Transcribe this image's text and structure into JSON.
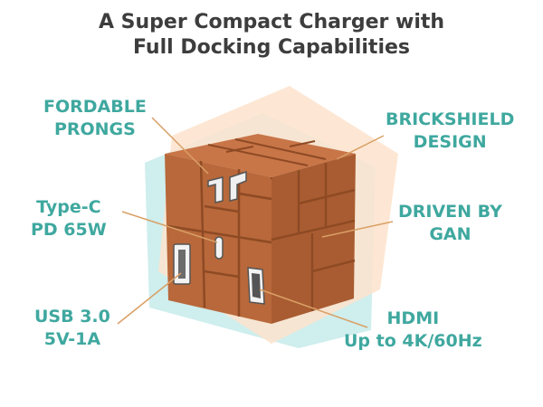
{
  "title": {
    "line1": "A Super Compact Charger with",
    "line2": "Full Docking Capabilities"
  },
  "colors": {
    "accent": "#3fa89f",
    "title": "#3d3d3d",
    "body": "#b8683a",
    "body_dark": "#9a5228",
    "body_light": "#cd7e4e",
    "leader": "#d9a066",
    "teal_bg": "#cfeeee",
    "peach_bg": "#fde3cc"
  },
  "features": {
    "prongs": {
      "line1": "FORDABLE",
      "line2": "PRONGS"
    },
    "typec": {
      "line1": "Type-C",
      "line2": "PD 65W"
    },
    "usb": {
      "line1": "USB 3.0",
      "line2": "5V-1A"
    },
    "shield": {
      "line1": "BRICKSHIELD",
      "line2": "DESIGN"
    },
    "gan": {
      "line1": "DRIVEN BY",
      "line2": "GAN"
    },
    "hdmi": {
      "line1": "HDMI",
      "line2": "Up to 4K/60Hz"
    }
  },
  "icons": [
    "foldable-prongs",
    "usb-c-port",
    "usb-a-port",
    "hdmi-port"
  ]
}
